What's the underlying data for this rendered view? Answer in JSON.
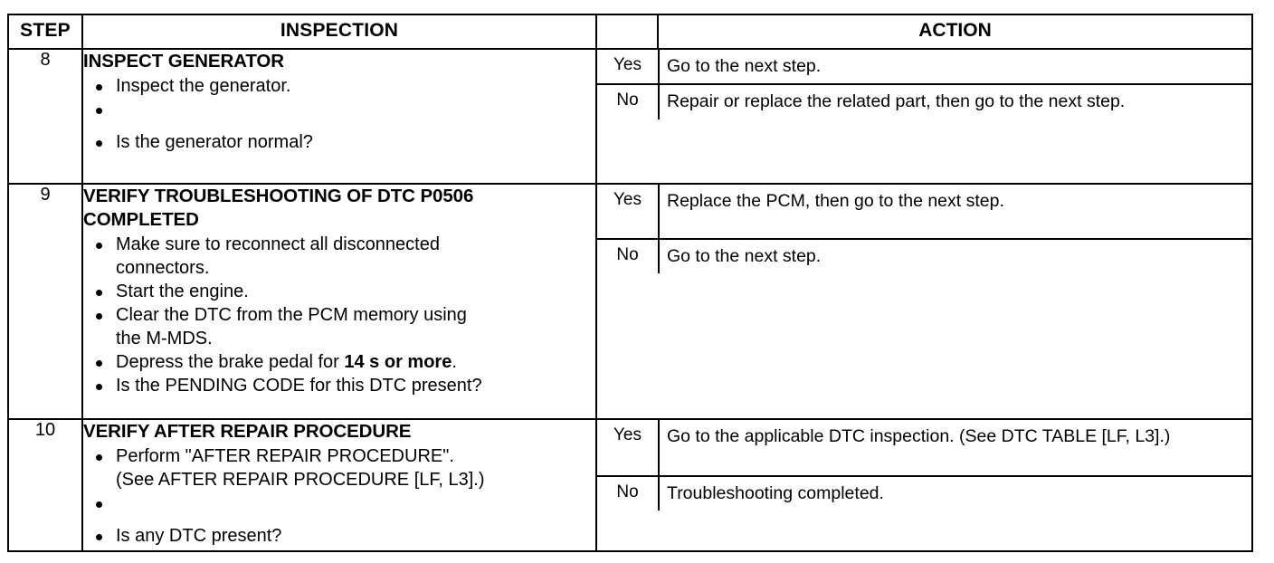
{
  "table": {
    "headers": {
      "step": "STEP",
      "inspection": "INSPECTION",
      "action": "ACTION"
    },
    "rows": [
      {
        "step": "8",
        "title": "INSPECT GENERATOR",
        "bullets": [
          "Inspect the generator.",
          "Is the generator normal?"
        ],
        "yes_label": "Yes",
        "yes_action": "Go to the next step.",
        "no_label": "No",
        "no_action": "Repair or replace the related part, then go to the next step."
      },
      {
        "step": "9",
        "title": "VERIFY TROUBLESHOOTING OF DTC P0506 COMPLETED",
        "bullets": [
          "Make sure to reconnect all disconnected connectors.",
          "Start the engine.",
          "Clear the DTC from the PCM memory using the M-MDS.",
          "Depress the brake pedal for 14 s or more.",
          "Is the PENDING CODE for this DTC present?"
        ],
        "bullet_emphasis": "14 s or more",
        "yes_label": "Yes",
        "yes_action": "Replace the PCM, then go to the next step.",
        "no_label": "No",
        "no_action": "Go to the next step."
      },
      {
        "step": "10",
        "title": "VERIFY AFTER REPAIR PROCEDURE",
        "bullets": [
          "Perform \"AFTER REPAIR PROCEDURE\".",
          "Is any DTC present?"
        ],
        "bullet_1_continuation": "(See AFTER REPAIR PROCEDURE [LF, L3].)",
        "yes_label": "Yes",
        "yes_action": "Go to the applicable DTC inspection.",
        "yes_action_line2": "(See DTC TABLE [LF, L3].)",
        "no_label": "No",
        "no_action": "Troubleshooting completed."
      }
    ]
  },
  "colors": {
    "border": "#000000",
    "background": "#ffffff",
    "text": "#000000"
  }
}
